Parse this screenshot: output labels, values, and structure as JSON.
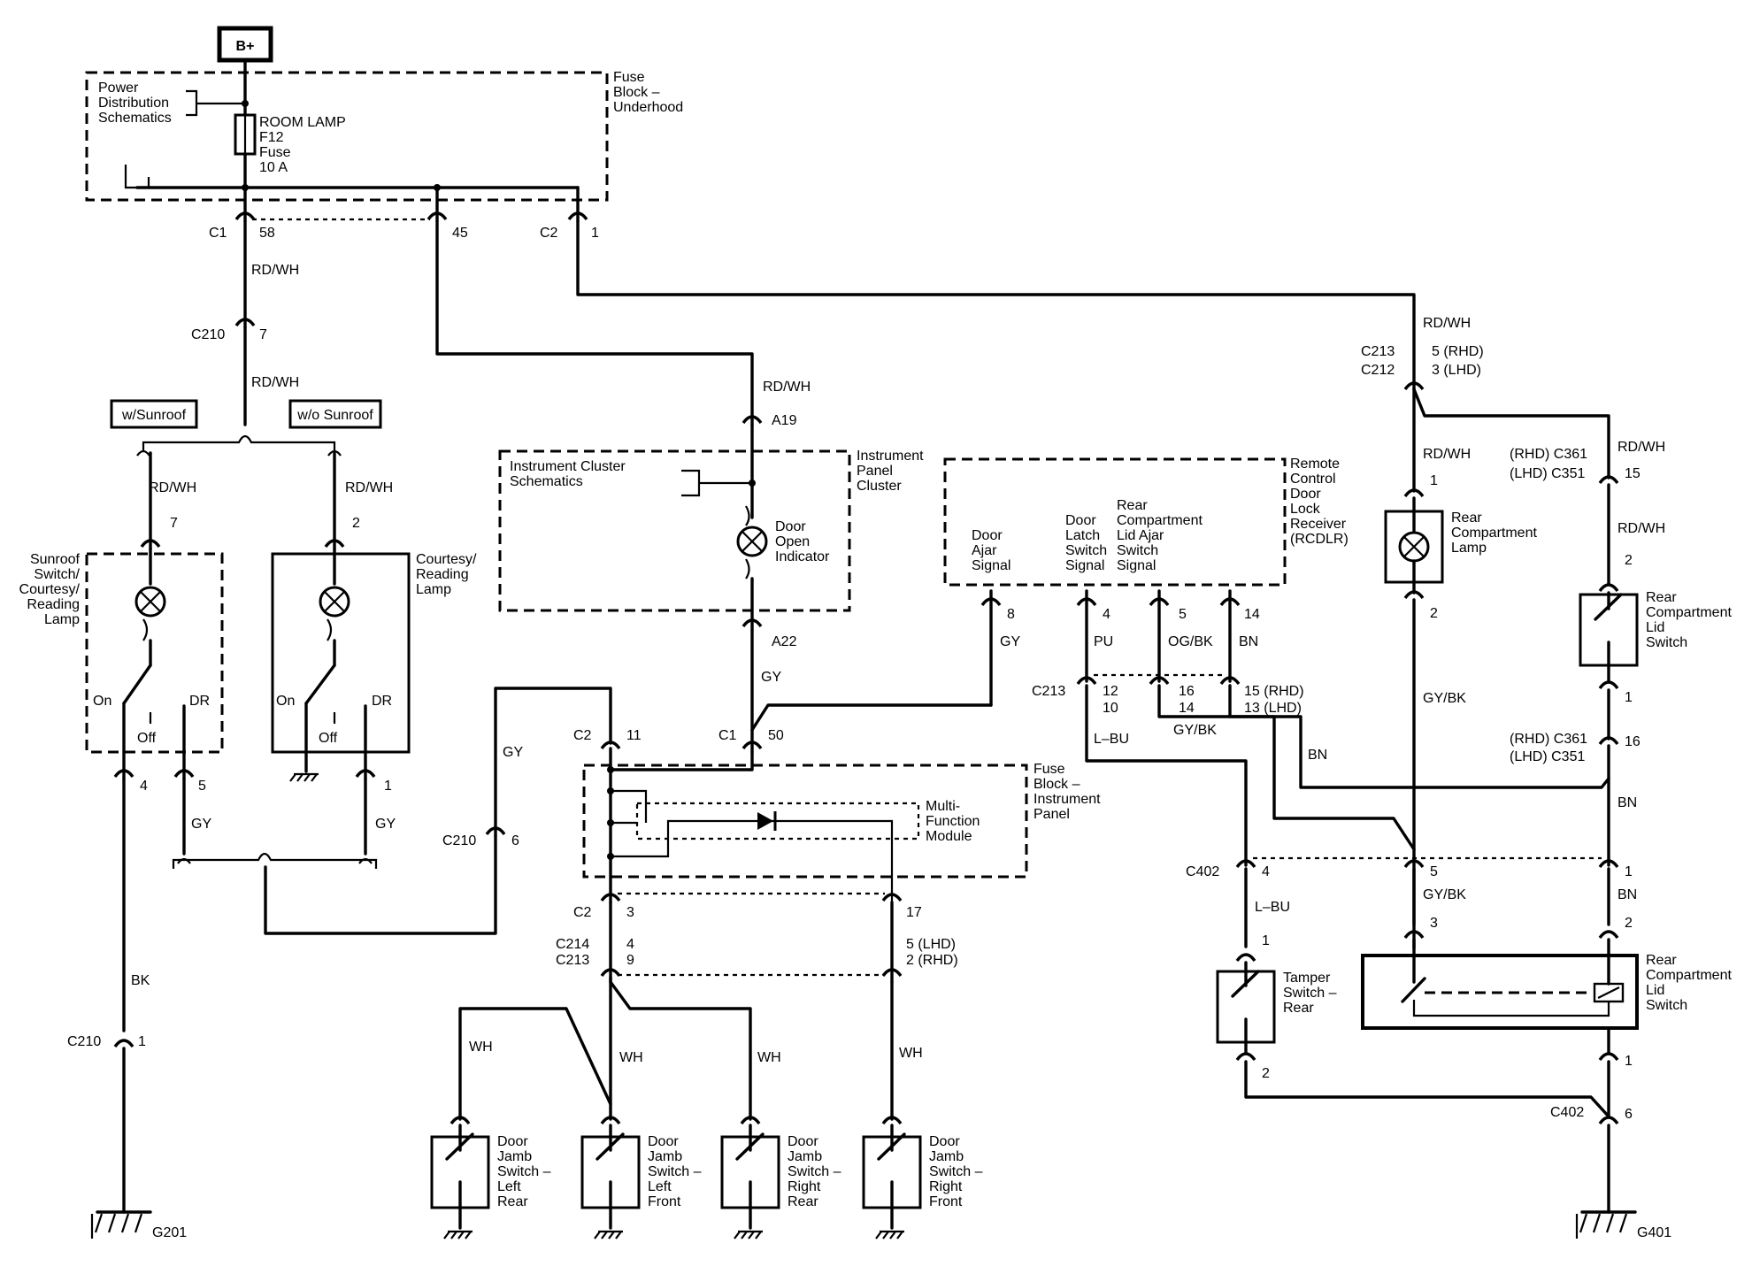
{
  "title": "B+",
  "fuse_block_underhood": {
    "label": [
      "Fuse",
      "Block –",
      "Underhood"
    ],
    "power_dist": [
      "Power",
      "Distribution",
      "Schematics"
    ],
    "fuse": [
      "ROOM LAMP",
      "F12",
      "Fuse",
      "10 A"
    ]
  },
  "connectors": {
    "c1": "C1",
    "c1_58": "58",
    "c1_45": "45",
    "c2": "C2",
    "c2_1": "1",
    "c210a": "C210",
    "c210a_7": "7",
    "w_sunroof": "w/Sunroof",
    "wo_sunroof": "w/o Sunroof",
    "pin7": "7",
    "pin2": "2",
    "pin4": "4",
    "pin5": "5",
    "pin1": "1",
    "c210b": "C210",
    "c210b_6": "6",
    "c210c": "C210",
    "c210c_1": "1",
    "g201": "G201",
    "g401": "G401",
    "a19": "A19",
    "a22": "A22",
    "c2m": "C2",
    "c2m_11": "11",
    "c1m": "C1",
    "c1m_50": "50",
    "c2b": "C2",
    "c2b_3": "3",
    "c2b_17": "17",
    "c214": "C214",
    "c213b": "C213",
    "c214_4": "4",
    "c213_9": "9",
    "lhd5": "5 (LHD)",
    "rhd2": "2 (RHD)",
    "r8": "8",
    "r4": "4",
    "r5": "5",
    "r14": "14",
    "c213r": "C213",
    "c213r_12": "12",
    "c213r_10": "10",
    "c213r_16": "16",
    "c213r_14": "14",
    "c213r_15": "15 (RHD)",
    "c213r_13": "13 (LHD)",
    "c213t": "C213",
    "c212t": "C212",
    "rhd5": "5 (RHD)",
    "lhd3": "3 (LHD)",
    "rcl1": "1",
    "rcl2": "2",
    "c361a": "(RHD) C361",
    "c351a": "(LHD) C351",
    "c361a_15": "15",
    "rcs2": "2",
    "rcs1": "1",
    "c361b": "(RHD) C361",
    "c351b": "(LHD) C351",
    "c361b_16": "16",
    "c402": "C402",
    "c402_4": "4",
    "c402_5": "5",
    "c402_1": "1",
    "ts1": "1",
    "ts2": "2",
    "rl3": "3",
    "rl2": "2",
    "rl1": "1",
    "c402b": "C402",
    "c402b_6": "6"
  },
  "wires": {
    "rdwh1": "RD/WH",
    "rdwh2": "RD/WH",
    "rdwh3": "RD/WH",
    "rdwh4": "RD/WH",
    "rdwh5": "RD/WH",
    "rdwh6": "RD/WH",
    "rdwh7": "RD/WH",
    "rdwh8": "RD/WH",
    "rdwh9": "RD/WH",
    "gy1": "GY",
    "gy2": "GY",
    "gy3": "GY",
    "gy4": "GY",
    "gy5": "GY",
    "bk": "BK",
    "pu": "PU",
    "ogbk": "OG/BK",
    "bn1": "BN",
    "lbu1": "L–BU",
    "gybk1": "GY/BK",
    "bn2": "BN",
    "gybk2": "GY/BK",
    "bn3": "BN",
    "lbu2": "L–BU",
    "gybk3": "GY/BK",
    "bn4": "BN",
    "wh1": "WH",
    "wh2": "WH",
    "wh3": "WH",
    "wh4": "WH"
  },
  "components": {
    "sunroof_lamp": [
      "Sunroof",
      "Switch/",
      "Courtesy/",
      "Reading",
      "Lamp"
    ],
    "courtesy_lamp": [
      "Courtesy/",
      "Reading",
      "Lamp"
    ],
    "on1": "On",
    "off1": "Off",
    "dr1": "DR",
    "on2": "On",
    "off2": "Off",
    "dr2": "DR",
    "ic_schem": [
      "Instrument Cluster",
      "Schematics"
    ],
    "ipc": [
      "Instrument",
      "Panel",
      "Cluster"
    ],
    "door_open": [
      "Door",
      "Open",
      "Indicator"
    ],
    "fb_ip": [
      "Fuse",
      "Block –",
      "Instrument",
      "Panel"
    ],
    "mfm": [
      "Multi-",
      "Function",
      "Module"
    ],
    "rcdlr": [
      "Remote",
      "Control",
      "Door",
      "Lock",
      "Receiver",
      "(RCDLR)"
    ],
    "door_ajar": [
      "Door",
      "Ajar",
      "Signal"
    ],
    "door_latch": [
      "Door",
      "Latch",
      "Switch",
      "Signal"
    ],
    "rear_comp_ajar": [
      "Rear",
      "Compartment",
      "Lid Ajar",
      "Switch",
      "Signal"
    ],
    "rear_comp_lamp": [
      "Rear",
      "Compartment",
      "Lamp"
    ],
    "rear_comp_switch1": [
      "Rear",
      "Compartment",
      "Lid",
      "Switch"
    ],
    "tamper": [
      "Tamper",
      "Switch –",
      "Rear"
    ],
    "rear_comp_switch2": [
      "Rear",
      "Compartment",
      "Lid",
      "Switch"
    ],
    "djs_lr": [
      "Door",
      "Jamb",
      "Switch –",
      "Left",
      "Rear"
    ],
    "djs_lf": [
      "Door",
      "Jamb",
      "Switch –",
      "Left",
      "Front"
    ],
    "djs_rr": [
      "Door",
      "Jamb",
      "Switch –",
      "Right",
      "Rear"
    ],
    "djs_rf": [
      "Door",
      "Jamb",
      "Switch –",
      "Right",
      "Front"
    ]
  }
}
